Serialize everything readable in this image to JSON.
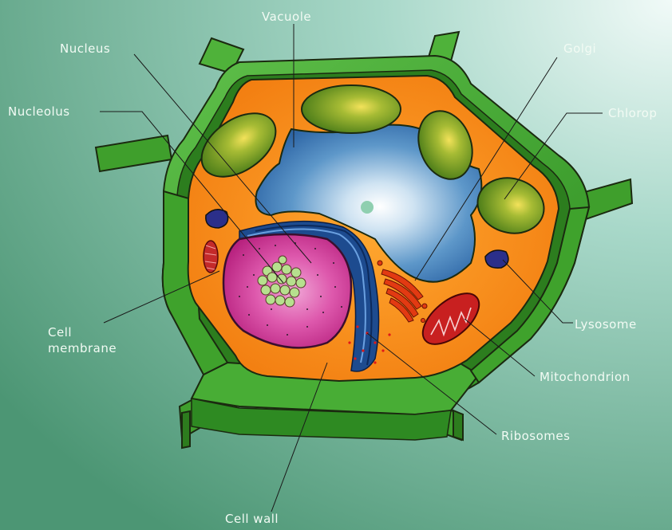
{
  "diagram": {
    "labels": {
      "vacuole": "Vacuole",
      "nucleus": "Nucleus",
      "golgi": "Golgi",
      "nucleolus": "Nucleolus",
      "chloroplast": "Chlorop",
      "cell_membrane_line1": "Cell",
      "cell_membrane_line2": "membrane",
      "lysosome": "Lysosome",
      "mitochondrion": "Mitochondrion",
      "ribosomes": "Ribosomes",
      "cell_wall": "Cell wall"
    },
    "colors": {
      "background_dark": "#4f9a77",
      "background_light": "#eaf6f3",
      "cell_wall": "#3ea52c",
      "cytoplasm": "#f7901c",
      "vacuole": "#3a78b8",
      "nucleus": "#d63b9c",
      "nucleolus": "#a8d884",
      "chloroplast": "#5c8f1f",
      "lysosome": "#2b2f8a",
      "mitochondrion": "#c82020",
      "golgi": "#e03a10",
      "er": "#1a3c78"
    }
  }
}
